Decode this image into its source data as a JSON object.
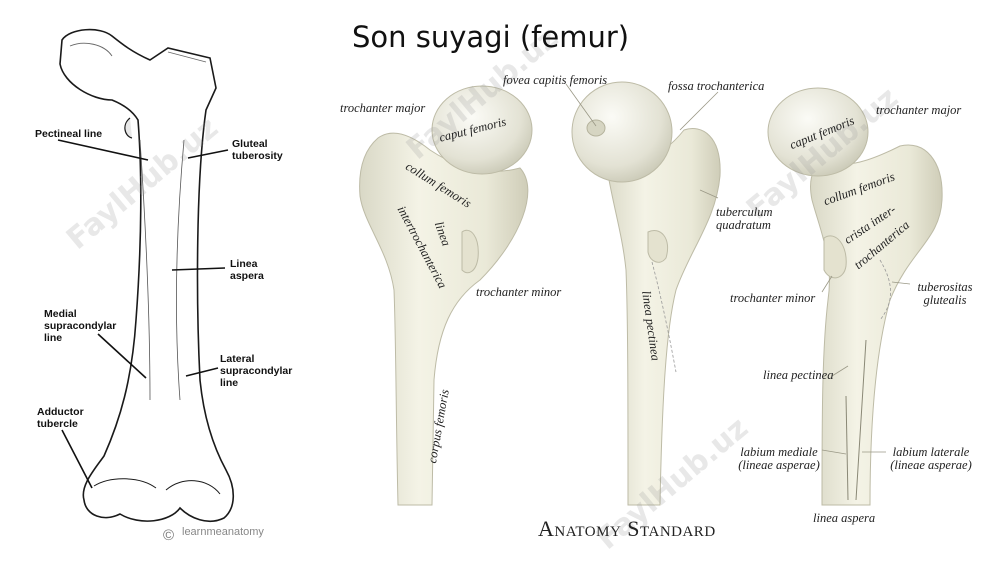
{
  "title": "Son suyagi (femur)",
  "left_labels": {
    "pectineal_line": "Pectineal line",
    "gluteal_tuberosity": "Gluteal tuberosity",
    "linea_aspera": "Linea aspera",
    "medial_supracondylar": "Medial supracondylar line",
    "lateral_supracondylar": "Lateral supracondylar line",
    "adductor_tubercle": "Adductor tubercle"
  },
  "left_credit": "learnmeanatomy",
  "middle_labels": {
    "trochanter_major": "trochanter major",
    "caput_femoris": "caput femoris",
    "collum_femoris": "collum femoris",
    "linea_intertrochanterica_1": "linea",
    "linea_intertrochanterica_2": "intertrochanterica",
    "trochanter_minor": "trochanter minor",
    "corpus_femoris": "corpus femoris"
  },
  "center_labels": {
    "fovea_capitis": "fovea capitis femoris",
    "fossa_trochanterica": "fossa trochanterica",
    "tuberculum_quadratum": "tuberculum quadratum",
    "linea_pectinea": "linea pectinea"
  },
  "right_labels": {
    "caput_femoris": "caput femoris",
    "trochanter_major": "trochanter major",
    "collum_femoris": "collum femoris",
    "crista_1": "crista inter-",
    "crista_2": "trochanterica",
    "trochanter_minor": "trochanter minor",
    "tuberositas": "tuberositas glutealis",
    "linea_pectinea": "linea pectinea",
    "labium_mediale": "labium mediale (lineae asperae)",
    "labium_laterale": "labium laterale (lineae asperae)",
    "linea_aspera": "linea aspera"
  },
  "brand": "Anatomy Standard",
  "watermark": "FaylHub.uz"
}
